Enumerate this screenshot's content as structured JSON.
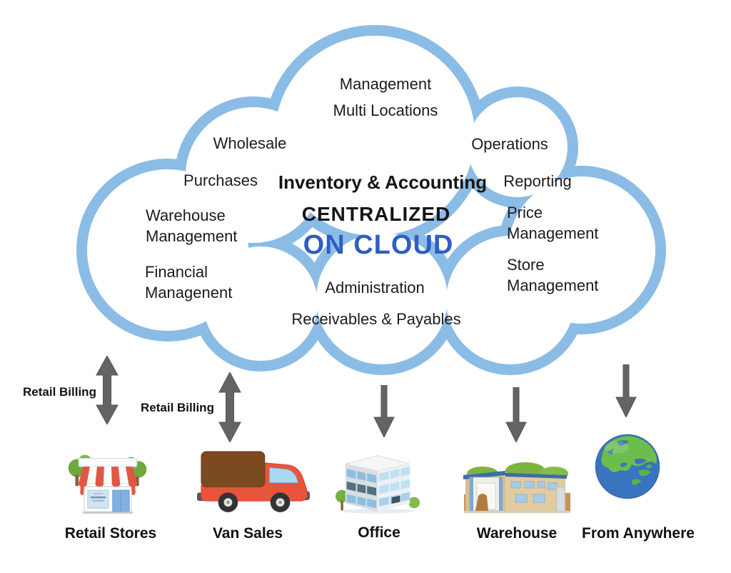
{
  "diagram": {
    "cloud": {
      "center": {
        "subtitle": "Inventory & Accounting",
        "title_line1": "CENTRALIZED",
        "title_line2": "ON CLOUD",
        "administration": "Administration",
        "receivables": "Receivables & Payables"
      },
      "labels": {
        "management": "Management",
        "multi_locations": "Multi Locations",
        "wholesale": "Wholesale",
        "operations": "Operations",
        "purchases": "Purchases",
        "reporting": "Reporting",
        "warehouse_management": "Warehouse\nManagement",
        "price_management": "Price\nManagement",
        "financial_management": "Financial\nManagenent",
        "store_management": "Store\nManagement"
      }
    },
    "connectors": [
      {
        "id": "cloud-to-retail-stores",
        "type": "double-arrow",
        "label": "Retail Billing"
      },
      {
        "id": "cloud-to-van-sales",
        "type": "double-arrow",
        "label": "Retail Billing"
      },
      {
        "id": "cloud-to-office",
        "type": "down-arrow",
        "label": ""
      },
      {
        "id": "cloud-to-warehouse",
        "type": "down-arrow",
        "label": ""
      },
      {
        "id": "cloud-to-from-anywhere",
        "type": "down-arrow",
        "label": ""
      }
    ],
    "endpoints": [
      {
        "id": "retail-stores",
        "label": "Retail Stores",
        "icon": "storefront-icon"
      },
      {
        "id": "van-sales",
        "label": "Van Sales",
        "icon": "delivery-truck-icon"
      },
      {
        "id": "office",
        "label": "Office",
        "icon": "office-building-icon"
      },
      {
        "id": "warehouse",
        "label": "Warehouse",
        "icon": "warehouse-building-icon"
      },
      {
        "id": "from-anywhere",
        "label": "From Anywhere",
        "icon": "globe-icon"
      }
    ],
    "colors": {
      "cloud_outline": "#8BBCE5",
      "accent_blue": "#2E5EC6",
      "arrow_gray": "#646464",
      "text_black": "#1A1A1A"
    }
  }
}
